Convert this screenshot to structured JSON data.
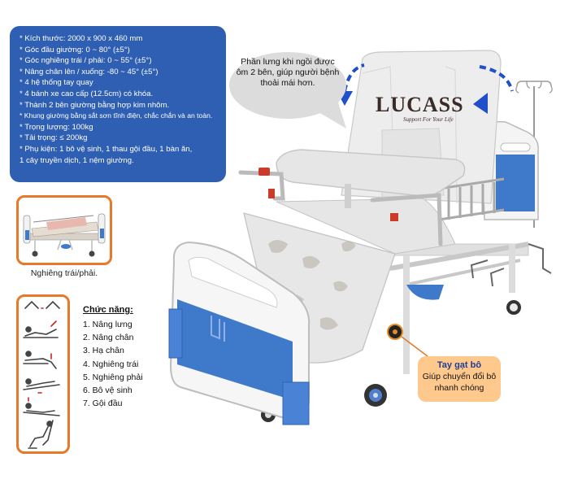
{
  "specs": [
    "* Kích thước: 2000 x 900 x 460 mm",
    "* Góc đầu giường: 0 ~ 80° (±5°)",
    "* Góc nghiêng trái / phải: 0 ~ 55° (±5°)",
    "* Nâng chân lên / xuống: -80 ~ 45° (±5°)",
    "* 4 hệ thống tay quay",
    "* 4 bánh xe cao cấp (12.5cm) có khóa.",
    "* Thành 2 bên giường bằng hợp kim nhôm.",
    "* Khung giường bằng sắt sơn tĩnh điện, chắc chắn và an toàn.",
    "* Trọng lượng: 100kg",
    "* Tải trọng: ≤ 200kg",
    "* Phụ kiện: 1 bô vệ sinh, 1 thau gội đầu, 1 bàn ăn,",
    "1 cây truyền dịch, 1 nệm giường."
  ],
  "thumbnail_caption": "Nghiêng trái/phải.",
  "functions": {
    "title": "Chức năng:",
    "items": [
      "1. Nâng lưng",
      "2. Nâng chân",
      "3. Hạ chân",
      "4. Nghiêng trái",
      "5. Nghiêng phải",
      "6. Bô vệ sinh",
      "7. Gội đầu"
    ]
  },
  "bubble_text": "Phần lưng khi ngồi được ôm 2 bên, giúp người bệnh thoải mái hơn.",
  "callout": {
    "title": "Tay gạt bô",
    "text": "Giúp chuyển đổi bô nhanh chóng"
  },
  "brand": {
    "name": "LUCASS",
    "tagline": "Support For Your Life"
  },
  "colors": {
    "spec_panel": "#2f5fb3",
    "accent_orange": "#e8782a",
    "callout_bg": "#ffc88d",
    "bed_blue": "#3f79c9",
    "arrow_blue": "#1f4fc9"
  }
}
